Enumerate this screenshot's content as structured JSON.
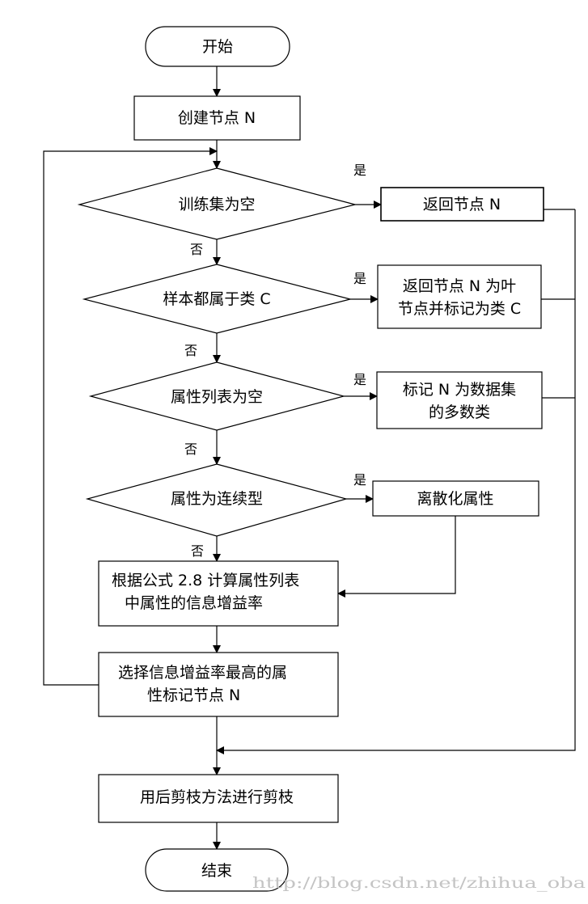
{
  "nodes": {
    "start": "开始",
    "create_node": "创建节点 N",
    "training_set_empty": "训练集为空",
    "return_node": "返回节点 N",
    "same_class": "样本都属于类 C",
    "return_leaf_line1": "返回节点  N  为叶",
    "return_leaf_line2": "节点并标记为类 C",
    "attribute_list_empty": "属性列表为空",
    "mark_majority_line1": "标记 N 为数据集",
    "mark_majority_line2": "的多数类",
    "attribute_continuous": "属性为连续型",
    "discretize": "离散化属性",
    "compute_gain_line1": "根据公式 2.8 计算属性列表",
    "compute_gain_line2": "中属性的信息增益率",
    "select_attribute_line1": "选择信息增益率最高的属",
    "select_attribute_line2": "性标记节点 N",
    "prune": "用后剪枝方法进行剪枝",
    "end": "结束"
  },
  "edge_labels": {
    "yes_1": "是",
    "no_1": "否",
    "yes_2": "是",
    "no_2": "否",
    "yes_3": "是",
    "no_3": "否",
    "yes_4": "是",
    "no_4": "否"
  },
  "watermark": "http://blog.csdn.net/zhihua_oba"
}
